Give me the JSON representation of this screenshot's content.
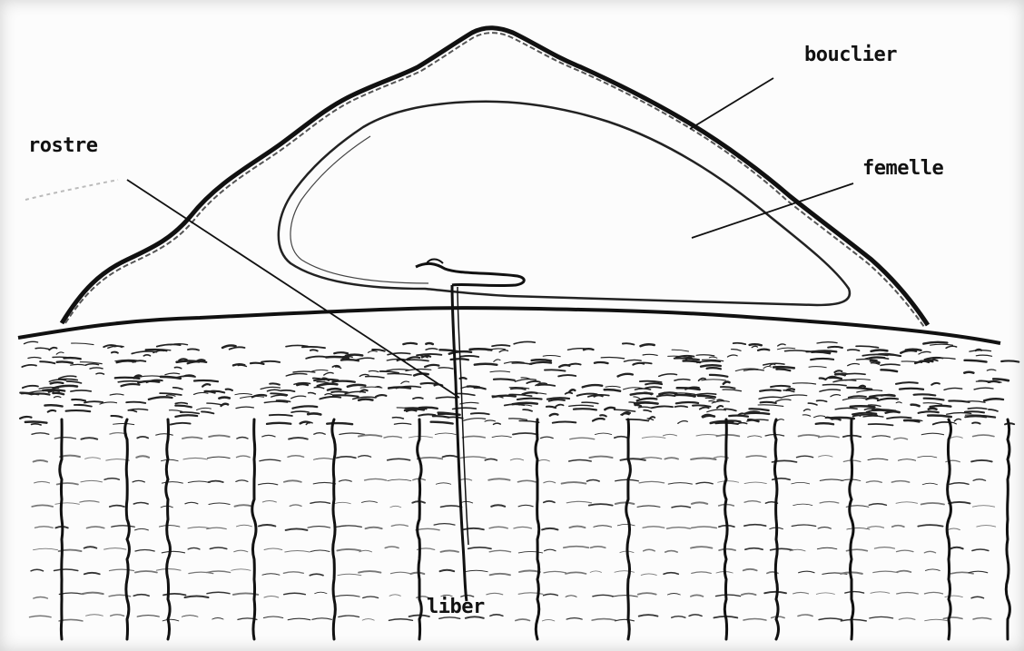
{
  "labels": {
    "bouclier": "bouclier",
    "rostre": "rostre",
    "femelle": "femelle",
    "liber": "liber"
  },
  "colors": {
    "ink": "#111111",
    "paper": "#fcfcfc"
  }
}
